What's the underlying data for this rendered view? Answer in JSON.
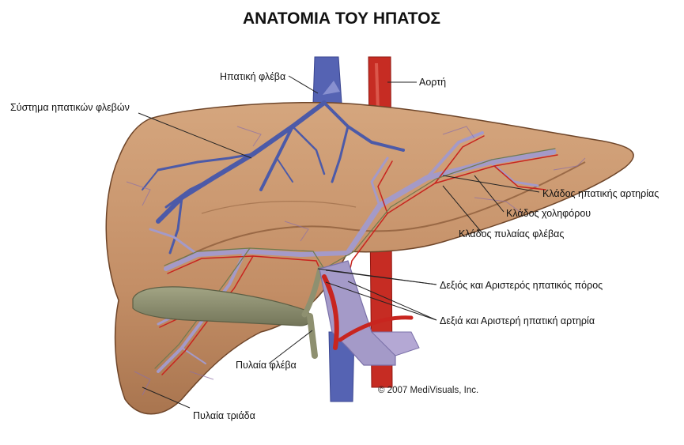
{
  "title": "ΑΝΑΤΟΜΙΑ ΤΟΥ ΗΠΑΤΟΣ",
  "labels": {
    "hepatic_vein": "Ηπατική φλέβα",
    "aorta": "Αορτή",
    "hepatic_vein_system": "Σύστημα ηπατικών φλεβών",
    "hepatic_artery_branch": "Κλάδος ηπατικής αρτηρίας",
    "bile_duct_branch": "Κλάδος χοληφόρου",
    "portal_vein_branch": "Κλάδος πυλαίας φλέβας",
    "hepatic_ducts": "Δεξιός και Αριστερός ηπατικός πόρος",
    "hepatic_arteries": "Δεξιά και Αριστερή ηπατική αρτηρία",
    "portal_vein": "Πυλαία φλέβα",
    "portal_triad": "Πυλαία τριάδα"
  },
  "copyright": "© 2007 MediVisuals, Inc.",
  "colors": {
    "liver": "#c7946c",
    "liver_dark": "#9c6a46",
    "vein": "#4c5aa8",
    "artery": "#c8251f",
    "portal": "#a49ac8",
    "gallbladder": "#8e9070"
  }
}
